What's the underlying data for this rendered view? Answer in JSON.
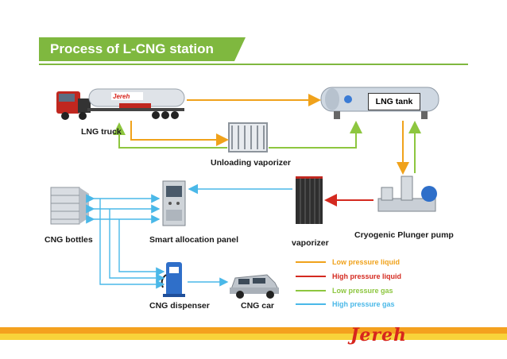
{
  "title": "Process of L-CNG station",
  "labels": {
    "lng_truck": "LNG truck",
    "lng_tank": "LNG tank",
    "unloading_vaporizer": "Unloading vaporizer",
    "cng_bottles": "CNG bottles",
    "smart_allocation_panel": "Smart allocation panel",
    "vaporizer": "vaporizer",
    "cryogenic_pump": "Cryogenic Plunger pump",
    "cng_dispenser": "CNG dispenser",
    "cng_car": "CNG car",
    "truck_brand": "Jereh"
  },
  "legend": [
    {
      "label": "Low pressure liquid",
      "color": "#f0a21b"
    },
    {
      "label": "High pressure liquid",
      "color": "#d42a20"
    },
    {
      "label": "Low pressure gas",
      "color": "#8dc63f"
    },
    {
      "label": "High pressure gas",
      "color": "#4ab8e8"
    }
  ],
  "logo": "Jereh",
  "colors": {
    "accent": "#7fb83f",
    "footer_orange": "#f4a11e",
    "footer_yellow": "#f8d33a",
    "logo_red": "#d7261e"
  }
}
